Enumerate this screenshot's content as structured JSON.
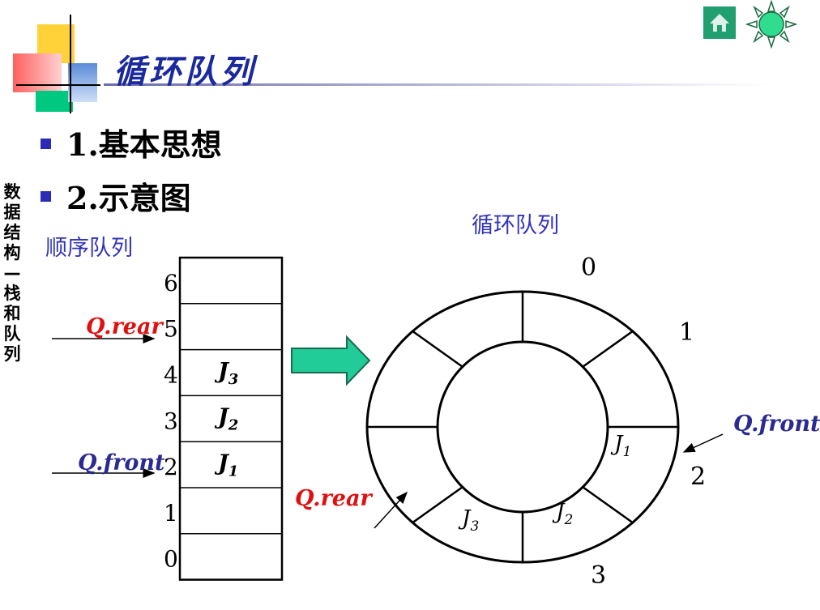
{
  "title": "循环队列",
  "bullets": [
    {
      "label": "1.基本思想"
    },
    {
      "label": "2.示意图"
    }
  ],
  "side_label": [
    "数",
    "据",
    "结",
    "构",
    "—",
    "栈",
    "和",
    "队",
    "列"
  ],
  "linear_queue": {
    "label": "顺序队列",
    "indices": [
      "0",
      "1",
      "2",
      "3",
      "4",
      "5",
      "6"
    ],
    "cells": [
      "",
      "",
      "J1",
      "J2",
      "J3",
      "",
      ""
    ],
    "rear_label": "Q.rear",
    "front_label": "Q.front",
    "rear_index": 5,
    "front_index": 2
  },
  "circular_queue": {
    "label": "循环队列",
    "positions": [
      "0",
      "1",
      "2",
      "3"
    ],
    "elements": [
      "J1",
      "J2",
      "J3"
    ],
    "front_label": "Q.front",
    "rear_label": "Q.rear"
  },
  "colors": {
    "title": "#1a2a9c",
    "bullet": "#2b2bb8",
    "label_blue": "#3333bb",
    "rear": "#e01010",
    "front": "#2a2a90",
    "arrow_fill": "#22cc99",
    "arrow_stroke": "#1a6a50",
    "home_bg": "#20a070"
  },
  "icons": [
    "home-icon",
    "sun-icon"
  ]
}
